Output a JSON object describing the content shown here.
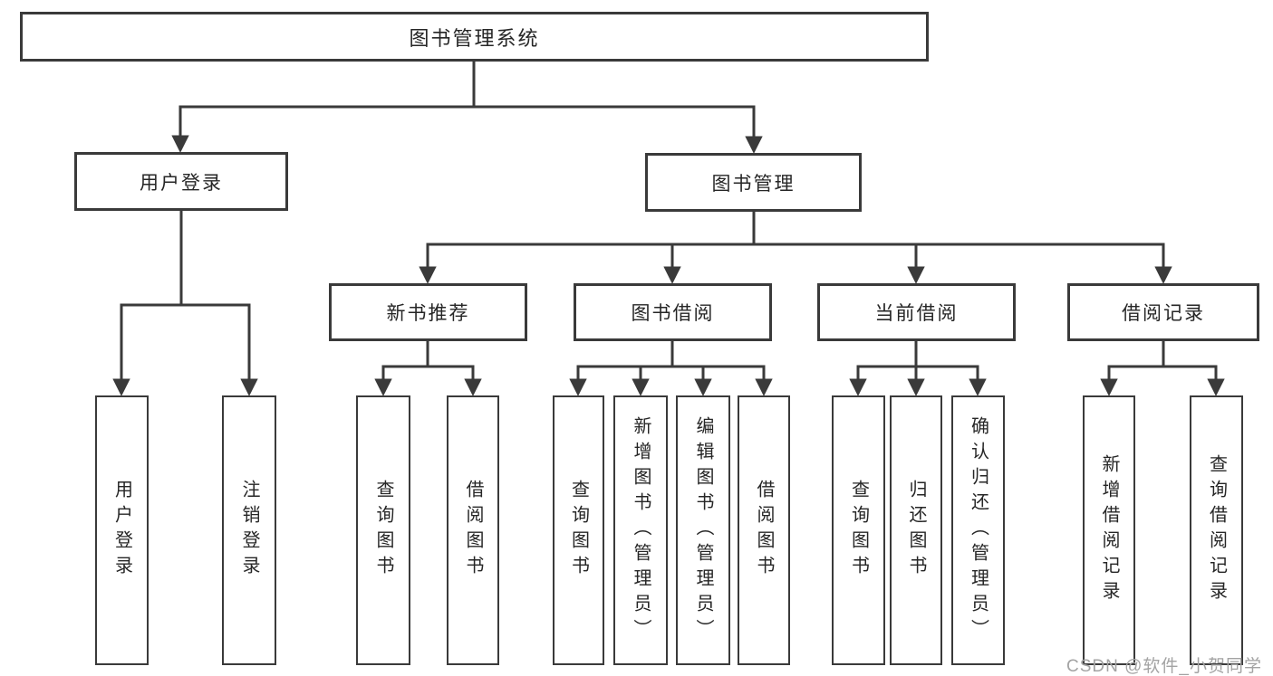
{
  "diagram": {
    "root": {
      "label": "图书管理系统"
    },
    "branches": [
      {
        "label": "用户登录",
        "children": [
          {
            "label": "用户登录"
          },
          {
            "label": "注销登录"
          }
        ]
      },
      {
        "label": "图书管理",
        "children": [
          {
            "label": "新书推荐",
            "children": [
              {
                "label": "查询图书"
              },
              {
                "label": "借阅图书"
              }
            ]
          },
          {
            "label": "图书借阅",
            "children": [
              {
                "label": "查询图书"
              },
              {
                "label": "新增图书（管理员）"
              },
              {
                "label": "编辑图书（管理员）"
              },
              {
                "label": "借阅图书"
              }
            ]
          },
          {
            "label": "当前借阅",
            "children": [
              {
                "label": "查询图书"
              },
              {
                "label": "归还图书"
              },
              {
                "label": "确认归还（管理员）"
              }
            ]
          },
          {
            "label": "借阅记录",
            "children": [
              {
                "label": "新增借阅记录"
              },
              {
                "label": "查询借阅记录"
              }
            ]
          }
        ]
      }
    ]
  },
  "watermark": {
    "text": "CSDN @软件_小贺同学"
  },
  "colors": {
    "line": "#3a3a3a",
    "box_border": "#3a3a3a",
    "box_fill": "#ffffff",
    "text": "#262626",
    "watermark": "#a3a3a3",
    "background": "#ffffff"
  }
}
